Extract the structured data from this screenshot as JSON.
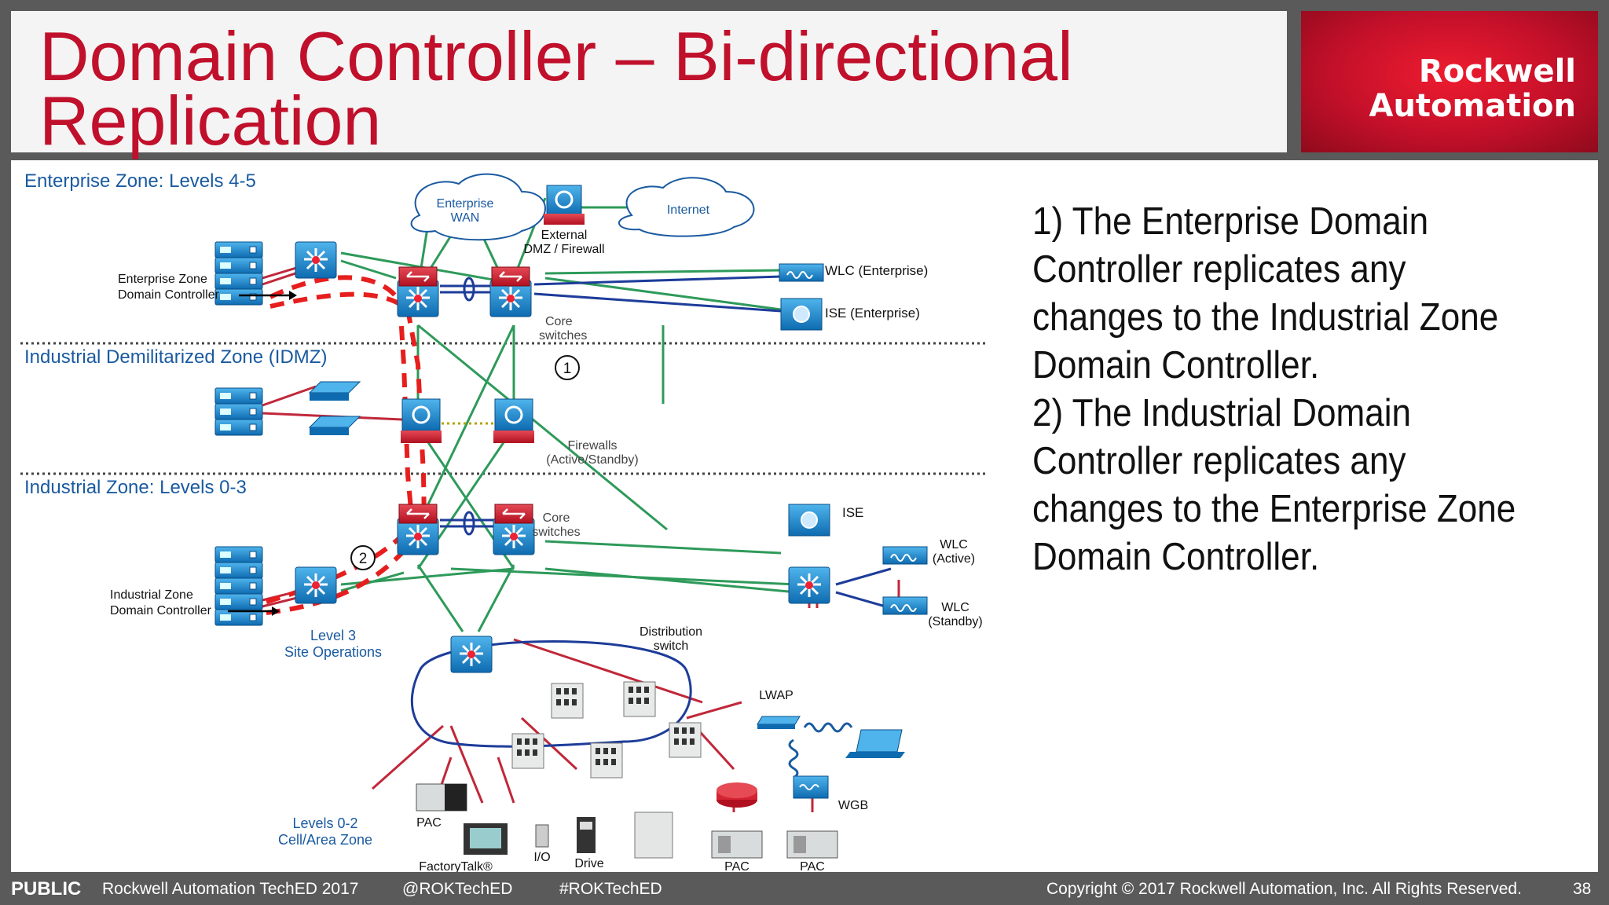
{
  "title": {
    "line1": "Domain Controller – Bi-directional",
    "line2": "Replication"
  },
  "logo": {
    "line1": "Rockwell",
    "line2": "Automation"
  },
  "zones": {
    "enterprise": "Enterprise Zone: Levels 4-5",
    "idmz": "Industrial Demilitarized Zone (IDMZ)",
    "industrial": "Industrial Zone: Levels 0-3"
  },
  "diagram": {
    "enterprise_wan": [
      "Enterprise",
      "WAN"
    ],
    "internet": "Internet",
    "external_dmz": [
      "External",
      "DMZ / Firewall"
    ],
    "wlc_enterprise": "WLC (Enterprise)",
    "ise_enterprise": "ISE (Enterprise)",
    "core_switches_top": [
      "Core",
      "switches"
    ],
    "enterprise_dc": [
      "Enterprise Zone",
      "Domain Controller"
    ],
    "marker_1": "1",
    "marker_2": "2",
    "firewalls": [
      "Firewalls",
      "(Active/Standby)"
    ],
    "core_switches_bottom": [
      "Core",
      "switches"
    ],
    "ise": "ISE",
    "wlc_active": [
      "WLC",
      "(Active)"
    ],
    "wlc_standby": [
      "WLC",
      "(Standby)"
    ],
    "industrial_dc": [
      "Industrial Zone",
      "Domain Controller"
    ],
    "level3": [
      "Level 3",
      "Site Operations"
    ],
    "distribution_switch": [
      "Distribution",
      "switch"
    ],
    "lwap": "LWAP",
    "wgb": "WGB",
    "pac_left": "PAC",
    "levels02": [
      "Levels 0-2",
      "Cell/Area Zone"
    ],
    "factorytalk": "FactoryTalk®",
    "io": "I/O",
    "drive": "Drive",
    "pac_bottom_1": "PAC",
    "pac_bottom_2": "PAC"
  },
  "points": [
    "1) The Enterprise Domain",
    "Controller replicates any",
    "changes to the Industrial Zone",
    "Domain Controller.",
    "2) The Industrial Domain",
    "Controller replicates any",
    "changes to the Enterprise Zone",
    "Domain Controller."
  ],
  "footer": {
    "public": "PUBLIC",
    "event": "Rockwell Automation TechED 2017",
    "handle": "@ROKTechED",
    "hashtag": "#ROKTechED",
    "copyright": "Copyright © 2017 Rockwell Automation, Inc. All Rights Reserved.",
    "page": "38"
  },
  "colors": {
    "accent_red": "#c0102b",
    "zone_blue": "#1a5aa0",
    "link_green": "#2e9a5a",
    "link_red": "#c0283a",
    "link_blue": "#1d3c9a",
    "device_blue": "#1b83c8"
  }
}
